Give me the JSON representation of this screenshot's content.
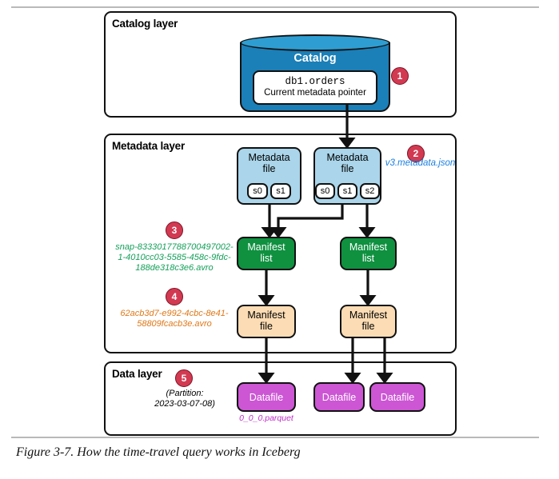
{
  "figure": {
    "caption": "Figure 3-7. How the time-travel query works in Iceberg"
  },
  "layers": {
    "catalog": {
      "title": "Catalog layer"
    },
    "metadata": {
      "title": "Metadata layer"
    },
    "data": {
      "title": "Data layer"
    }
  },
  "catalog": {
    "label": "Catalog",
    "table": "db1.orders",
    "pointer": "Current metadata pointer"
  },
  "badges": {
    "one": "1",
    "two": "2",
    "three": "3",
    "four": "4",
    "five": "5"
  },
  "metadata_files": [
    {
      "label": "Metadata\nfile",
      "snapshots": [
        "s0",
        "s1"
      ]
    },
    {
      "label": "Metadata\nfile",
      "snapshots": [
        "s0",
        "s1",
        "s2"
      ]
    }
  ],
  "manifest_lists": [
    {
      "label": "Manifest\nlist"
    },
    {
      "label": "Manifest\nlist"
    }
  ],
  "manifest_files": [
    {
      "label": "Manifest\nfile"
    },
    {
      "label": "Manifest\nfile"
    }
  ],
  "datafiles": [
    {
      "label": "Datafile"
    },
    {
      "label": "Datafile"
    },
    {
      "label": "Datafile"
    }
  ],
  "annotations": {
    "metadata_json": "v3.metadata.json",
    "snapshot_avro": "snap-8333017788700497002-1-4010cc03-5585-458c-9fdc-188de318c3e6.avro",
    "manifest_avro": "62acb3d7-e992-4cbc-8e41-58809fcacb3e.avro",
    "partition": "(Partition:\n2023-03-07-08)",
    "parquet": "0_0_0.parquet"
  },
  "colors": {
    "catalog_body": "#1b7fb8",
    "catalog_top": "#2e9ed2",
    "metadata_file": "#aad5ea",
    "manifest_list": "#0f9140",
    "manifest_file": "#fbdcb4",
    "datafile": "#cc56d4",
    "badge": "#d23a52",
    "metadata_json_text": "#1a7fe0",
    "snapshot_avro_text": "#14a05a",
    "manifest_avro_text": "#e07818",
    "parquet_text": "#c02bc8",
    "outline": "#111111"
  }
}
